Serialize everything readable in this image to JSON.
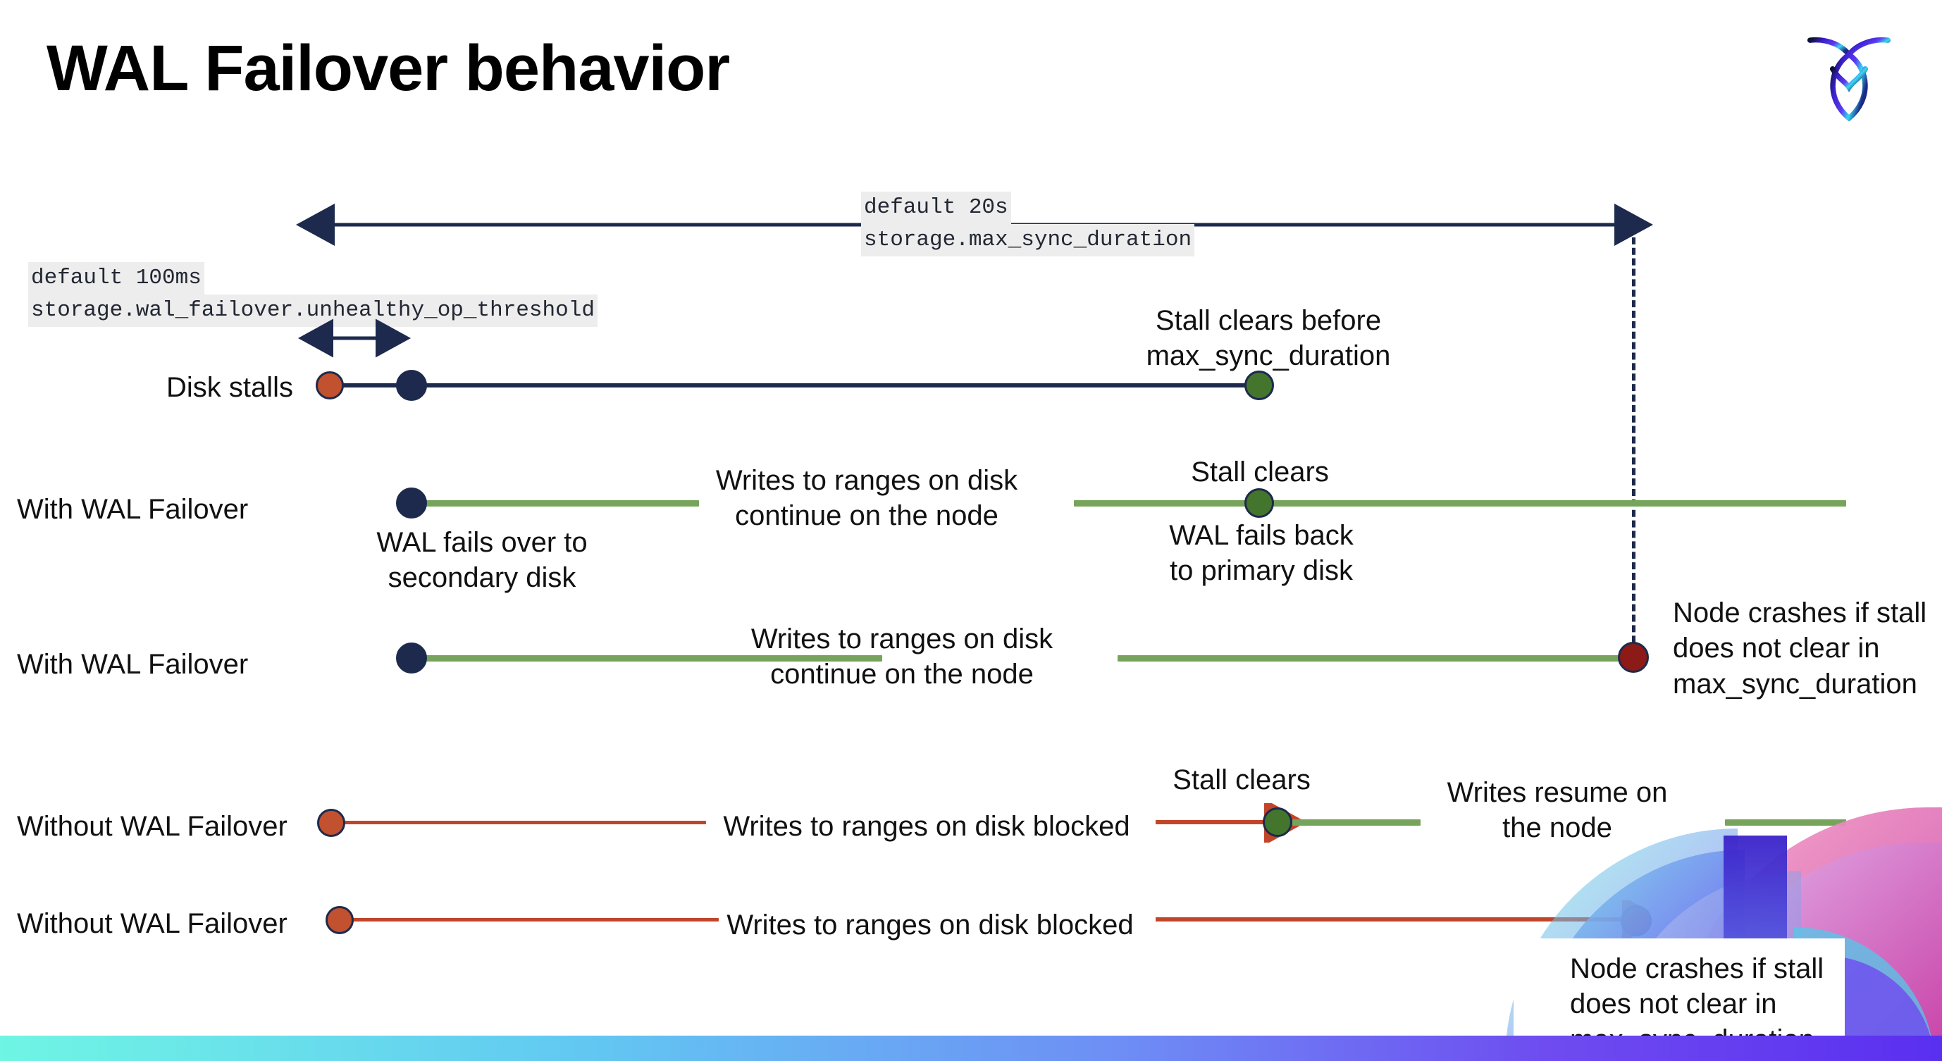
{
  "slide": {
    "title": "WAL Failover behavior",
    "logo_name": "cockroachdb-logo"
  },
  "settings_callouts": [
    {
      "name": "unhealthy-op-threshold-callout",
      "default_line": "default 100ms",
      "setting_line": "storage.wal_failover.unhealthy_op_threshold"
    },
    {
      "name": "max-sync-duration-callout",
      "default_line": "default 20s",
      "setting_line": "storage.max_sync_duration"
    }
  ],
  "rows": [
    {
      "label": "Disk stalls"
    },
    {
      "label": "With WAL Failover"
    },
    {
      "label": "With WAL Failover"
    },
    {
      "label": "Without WAL Failover"
    },
    {
      "label": "Without WAL Failover"
    }
  ],
  "annotations": {
    "stall_clears_before": "Stall clears before\nmax_sync_duration",
    "stall_clears_1": "Stall clears",
    "stall_clears_2": "Stall clears",
    "wal_fails_over": "WAL fails over to\nsecondary disk",
    "wal_fails_back": "WAL fails  back\nto primary disk",
    "writes_continue_1": "Writes to ranges on disk\ncontinue on the node",
    "writes_continue_2": "Writes to ranges on disk\ncontinue on the node",
    "writes_blocked_1": "Writes to ranges on disk  blocked",
    "writes_blocked_2": "Writes to ranges on disk  blocked",
    "writes_resume": "Writes resume on\nthe node",
    "node_crashes_1": "Node crashes if stall\ndoes not clear in\nmax_sync_duration",
    "node_crashes_2": "Node crashes if stall\ndoes not clear in\nmax_sync_duration"
  },
  "colors": {
    "navy": "#1d2a4d",
    "green_bar": "#76a45b",
    "green_dot": "#44752c",
    "orange_dot": "#c2512f",
    "red_bar": "#c2452a",
    "dark_red_dot": "#8c1a16",
    "code_bg": "#ededed",
    "title": "#000000"
  }
}
